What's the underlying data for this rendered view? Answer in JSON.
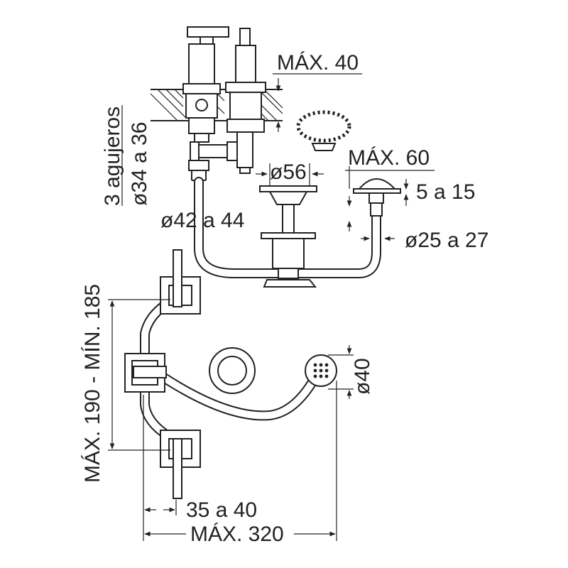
{
  "colors": {
    "line": "#222222",
    "background": "#ffffff"
  },
  "side_view": {
    "max_40": "MÁX. 40",
    "holes_line1": "3 agujeros",
    "holes_line2": "ø34 a 36",
    "d56": "ø56",
    "max_60": "MÁX. 60",
    "range_5_15": "5 a 15",
    "d42_44": "ø42 a 44",
    "d25_27": "ø25 a 27"
  },
  "top_view": {
    "vertical_span": "MÁX. 190 - MÍN. 185",
    "d40": "ø40",
    "offset_35_40": "35 a 40",
    "max_320": "MÁX. 320"
  }
}
